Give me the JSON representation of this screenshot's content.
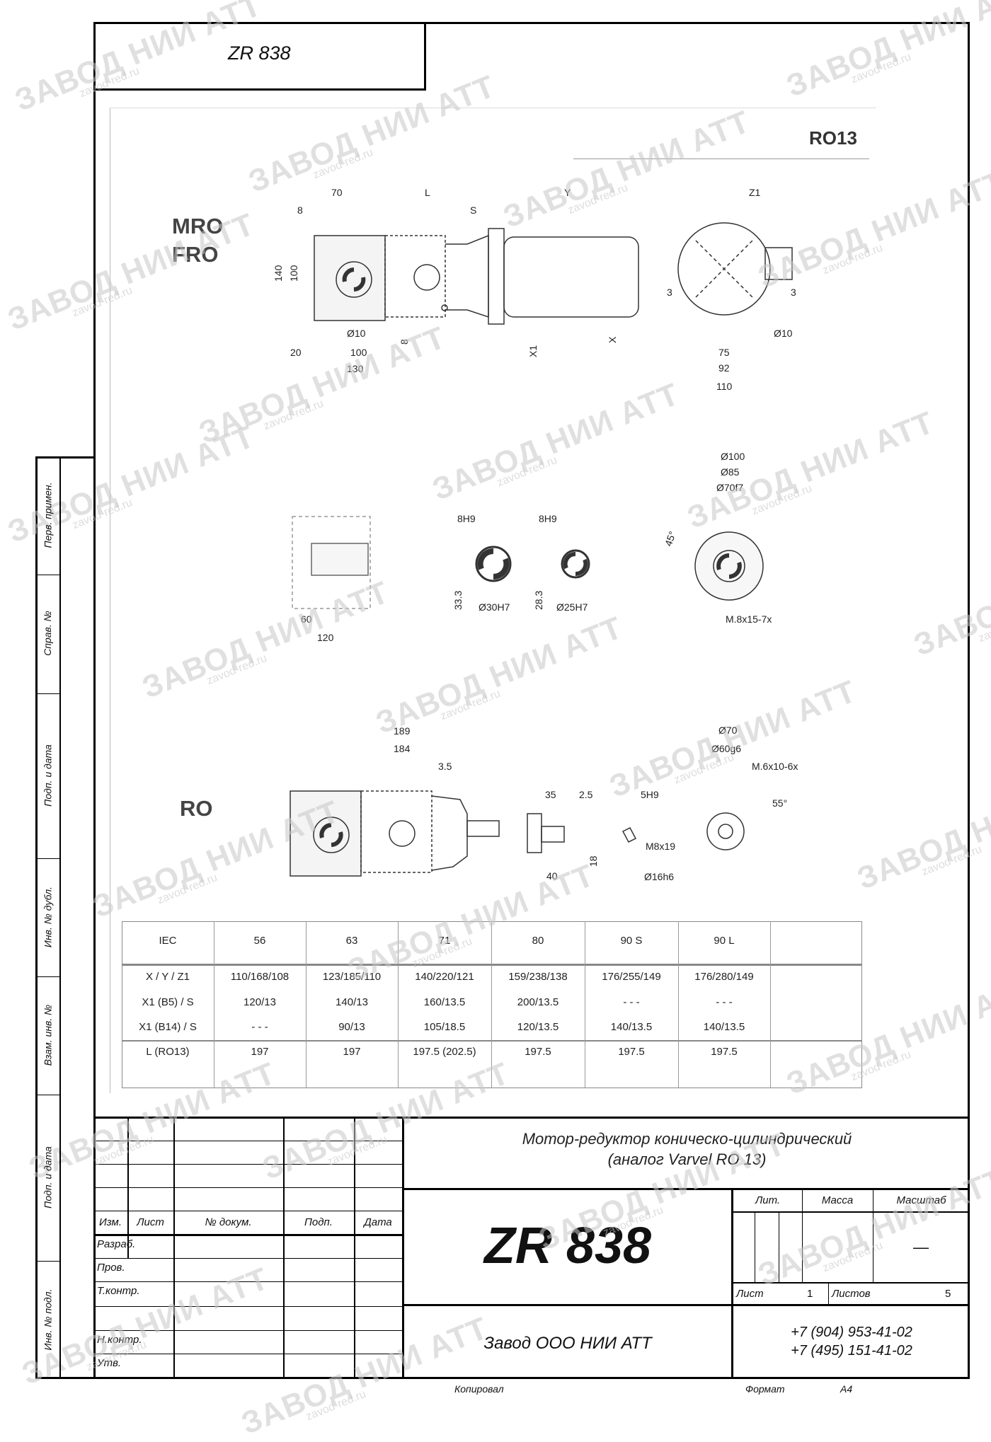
{
  "header_tab": "ZR 838",
  "sheet_title": "RO13",
  "view_labels": {
    "mro": "MRO",
    "fro": "FRO",
    "ro": "RO"
  },
  "dims_top": [
    "70",
    "L",
    "Y",
    "Z1",
    "8",
    "S",
    "140",
    "100",
    "Ø10",
    "8",
    "20",
    "100",
    "130",
    "X1",
    "X",
    "3",
    "3",
    "Ø10",
    "75",
    "92",
    "110"
  ],
  "dims_mid": [
    "60",
    "120",
    "8H9",
    "8H9",
    "33.3",
    "Ø30H7",
    "28.3",
    "Ø25H7",
    "Ø100",
    "Ø85",
    "Ø70f7",
    "45°",
    "M.8x15-7x"
  ],
  "dims_ro": [
    "189",
    "184",
    "3.5",
    "35",
    "2.5",
    "5H9",
    "M8x19",
    "18",
    "40",
    "Ø16h6",
    "Ø70",
    "Ø60g6",
    "M.6x10-6x",
    "55°"
  ],
  "table": {
    "header": [
      "IEC",
      "56",
      "63",
      "71",
      "80",
      "90 S",
      "90 L"
    ],
    "rows": [
      [
        "X / Y / Z1",
        "110/168/108",
        "123/185/110",
        "140/220/121",
        "159/238/138",
        "176/255/149",
        "176/280/149"
      ],
      [
        "X1 (B5) / S",
        "120/13",
        "140/13",
        "160/13.5",
        "200/13.5",
        "- - -",
        "- - -"
      ],
      [
        "X1 (B14) / S",
        "- - -",
        "90/13",
        "105/18.5",
        "120/13.5",
        "140/13.5",
        "140/13.5"
      ],
      [
        "L (RO13)",
        "197",
        "197",
        "197.5 (202.5)",
        "197.5",
        "197.5",
        "197.5"
      ]
    ]
  },
  "side_labels": [
    "Перв. примен.",
    "Справ. №",
    "Подп. и дата",
    "Инв. № дубл.",
    "Взам. инв. №",
    "Подп. и дата",
    "Инв. № подл."
  ],
  "title_block": {
    "description_line1": "Мотор-редуктор коническо-цилиндрический",
    "description_line2": "(аналог Varvel RO 13)",
    "designation": "ZR 838",
    "col_headers": [
      "Изм.",
      "Лист",
      "№ докум.",
      "Подп.",
      "Дата"
    ],
    "roles": [
      "Разраб.",
      "Пров.",
      "Т.контр.",
      "Н.контр.",
      "Утв."
    ],
    "lit": "Лит.",
    "mass": "Масса",
    "scale": "Масштаб",
    "scale_value": "—",
    "sheet_label": "Лист",
    "sheet_no": "1",
    "sheets_label": "Листов",
    "sheets_total": "5",
    "company": "Завод ООО НИИ АТТ",
    "phone1": "+7 (904) 953-41-02",
    "phone2": "+7 (495) 151-41-02",
    "copied": "Копировал",
    "format_label": "Формат",
    "format_value": "A4"
  },
  "watermark": {
    "main": "ЗАВОД НИИ АТТ",
    "site": "zavod-red.ru"
  }
}
